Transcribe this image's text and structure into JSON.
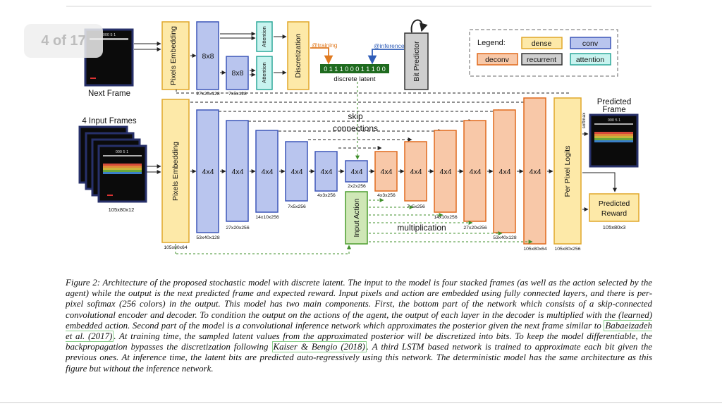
{
  "viewer": {
    "page_indicator": "4 of 17"
  },
  "figure": {
    "labels": {
      "next_frame": "Next Frame",
      "input_frames": "4 Input Frames",
      "input_dims": "105x80x12",
      "predicted_frame_l1": "Predicted",
      "predicted_frame_l2": "Frame",
      "predicted_reward_l1": "Predicted",
      "predicted_reward_l2": "Reward",
      "reward_dims": "105x80x3",
      "skip_l1": "skip",
      "skip_l2": "connections",
      "multiplication": "multiplication",
      "discrete_latent": "discrete latent",
      "at_training": "@training",
      "at_inference": "@inference",
      "latent_bits": "0 1 1 1 0 0 0 1 1 1 0 0",
      "softmax": "softmax",
      "game_score": "000 5 1"
    },
    "blocks": {
      "pixels_embedding": "Pixels Embedding",
      "discretization": "Discretization",
      "attention": "Attention",
      "bit_predictor": "Bit Predictor",
      "input_action": "Input Action",
      "per_pixel_logits": "Per Pixel Logits",
      "k8": "8x8",
      "k4": "4x4"
    },
    "dims": {
      "enc_top_a": "27x20x128",
      "enc_top_b": "7x5x128",
      "emb_bottom": "105x80x64",
      "c1": "53x40x128",
      "c2": "27x20x256",
      "c3": "14x10x256",
      "c4": "7x5x256",
      "c5": "4x3x256",
      "c6": "2x2x256",
      "d1": "4x3x256",
      "d2": "7x5x256",
      "d3": "14x10x256",
      "d4": "27x20x256",
      "d5": "53x40x128",
      "d6": "105x80x64",
      "logits": "105x80x256"
    },
    "legend": {
      "title": "Legend:",
      "items": [
        "dense",
        "conv",
        "deconv",
        "recurrent",
        "attention"
      ]
    },
    "colors": {
      "dense": "#fde9a8",
      "conv": "#b9c5ee",
      "deconv": "#f8c8a8",
      "attention": "#c8f3ef",
      "recurrent": "#cfcfcf",
      "action": "#cfe7b6",
      "training_arrow": "#e07a20",
      "inference_arrow": "#2f5db8",
      "latent_green": "#1f6b1f"
    }
  },
  "caption": {
    "text_1": "Figure 2: Architecture of the proposed stochastic model with discrete latent. The input to the model is four stacked frames (as well as the action selected by the agent) while the output is the next predicted frame and expected reward. Input pixels and action are embedded using fully connected layers, and there is per-pixel softmax (256 colors) in the output. This model has two main components. First, the bottom part of the network which consists of a skip-connected convolutional encoder and decoder. To condition the output on the actions of the agent, the output of each layer in the decoder is multiplied with the (learned) embedded action. Second part of the model is a convolutional inference network which approximates the posterior given the next frame similar to ",
    "cite_1": "Babaeizadeh et al. (2017)",
    "text_2": ". At training time, the sampled latent values from the approximated posterior will be discretized into bits. To keep the model differentiable, the backpropagation bypasses the discretization following ",
    "cite_2": "Kaiser & Bengio (2018)",
    "text_3": ". A third LSTM based network is trained to approximate each bit given the previous ones. At inference time, the latent bits are predicted auto-regressively using this network. The deterministic model has the same architecture as this figure but without the inference network."
  }
}
